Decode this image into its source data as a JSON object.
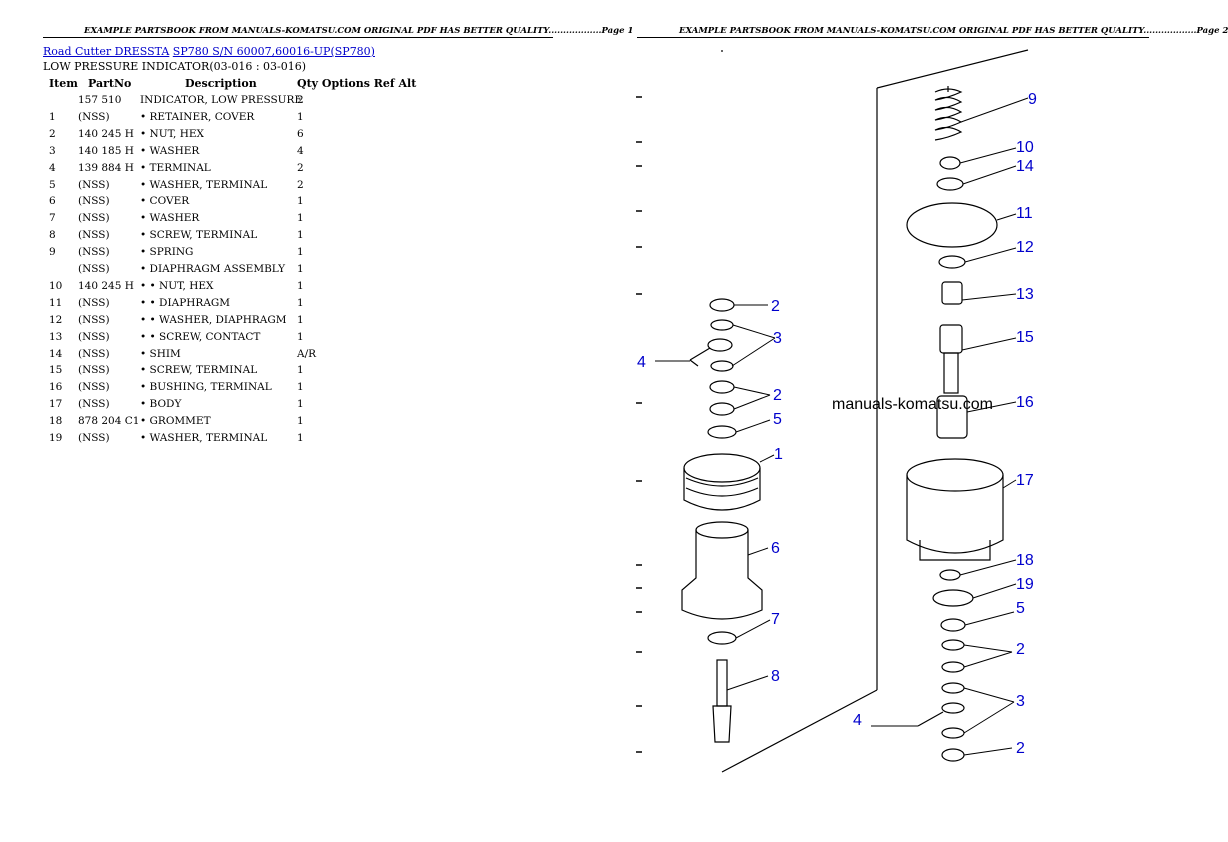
{
  "page1": {
    "header": "EXAMPLE PARTSBOOK FROM MANUALS-KOMATSU.COM ORIGINAL PDF HAS BETTER QUALITY..................Page 1",
    "breadcrumb": {
      "model_link": "Road Cutter DRESSTA",
      "serial_link": "SP780 S/N 60007,60016-UP(SP780)"
    },
    "subtitle": "LOW PRESSURE INDICATOR(03-016 : 03-016)",
    "columns": {
      "item": "Item",
      "partno": "PartNo",
      "description": "Description",
      "qty_options": "Qty Options Ref Alt"
    },
    "parts": [
      {
        "item": "",
        "partno": "157 510",
        "description": "INDICATOR, LOW PRESSURE",
        "qty": "2"
      },
      {
        "item": "1",
        "partno": "(NSS)",
        "description": "• RETAINER, COVER",
        "qty": "1"
      },
      {
        "item": "2",
        "partno": "140 245 H",
        "description": "• NUT, HEX",
        "qty": "6"
      },
      {
        "item": "3",
        "partno": "140 185 H",
        "description": "• WASHER",
        "qty": "4"
      },
      {
        "item": "4",
        "partno": "139 884 H",
        "description": "• TERMINAL",
        "qty": "2"
      },
      {
        "item": "5",
        "partno": "(NSS)",
        "description": "• WASHER, TERMINAL",
        "qty": "2"
      },
      {
        "item": "6",
        "partno": "(NSS)",
        "description": "• COVER",
        "qty": "1"
      },
      {
        "item": "7",
        "partno": "(NSS)",
        "description": "• WASHER",
        "qty": "1"
      },
      {
        "item": "8",
        "partno": "(NSS)",
        "description": "• SCREW, TERMINAL",
        "qty": "1"
      },
      {
        "item": "9",
        "partno": "(NSS)",
        "description": "• SPRING",
        "qty": "1"
      },
      {
        "item": "",
        "partno": "(NSS)",
        "description": "• DIAPHRAGM ASSEMBLY",
        "qty": "1"
      },
      {
        "item": "10",
        "partno": "140 245 H",
        "description": "• • NUT, HEX",
        "qty": "1"
      },
      {
        "item": "11",
        "partno": "(NSS)",
        "description": "• • DIAPHRAGM",
        "qty": "1"
      },
      {
        "item": "12",
        "partno": "(NSS)",
        "description": "• • WASHER, DIAPHRAGM",
        "qty": "1"
      },
      {
        "item": "13",
        "partno": "(NSS)",
        "description": "• • SCREW, CONTACT",
        "qty": "1"
      },
      {
        "item": "14",
        "partno": "(NSS)",
        "description": "• SHIM",
        "qty": "A/R"
      },
      {
        "item": "15",
        "partno": "(NSS)",
        "description": "• SCREW, TERMINAL",
        "qty": "1"
      },
      {
        "item": "16",
        "partno": "(NSS)",
        "description": "• BUSHING, TERMINAL",
        "qty": "1"
      },
      {
        "item": "17",
        "partno": "(NSS)",
        "description": "• BODY",
        "qty": "1"
      },
      {
        "item": "18",
        "partno": "878 204 C1",
        "description": "• GROMMET",
        "qty": "1"
      },
      {
        "item": "19",
        "partno": "(NSS)",
        "description": "• WASHER, TERMINAL",
        "qty": "1"
      }
    ]
  },
  "page2": {
    "header": "EXAMPLE PARTSBOOK FROM MANUALS-KOMATSU.COM ORIGINAL PDF HAS BETTER QUALITY..................Page 2",
    "watermark": "manuals-komatsu.com",
    "callouts": {
      "left_nut_top": "2",
      "left_washers": "3",
      "left_terminal": "4",
      "left_nut_mid": "2",
      "left_washer_term": "5",
      "left_retainer": "1",
      "left_cover": "6",
      "left_washer": "7",
      "left_screw": "8",
      "right_spring": "9",
      "right_nut": "10",
      "right_washer_a": "14",
      "right_diaphragm": "11",
      "right_washer_diaphragm": "12",
      "right_bushing": "13",
      "right_screw": "15",
      "right_sleeve": "16",
      "right_body": "17",
      "right_grommet": "18",
      "right_washer_term19": "19",
      "right_washer5": "5",
      "right_nut2a": "2",
      "right_washers3": "3",
      "right_terminal4": "4",
      "right_nut2b": "2"
    },
    "colors": {
      "callout": "#0000cc",
      "ink": "#000000"
    }
  }
}
